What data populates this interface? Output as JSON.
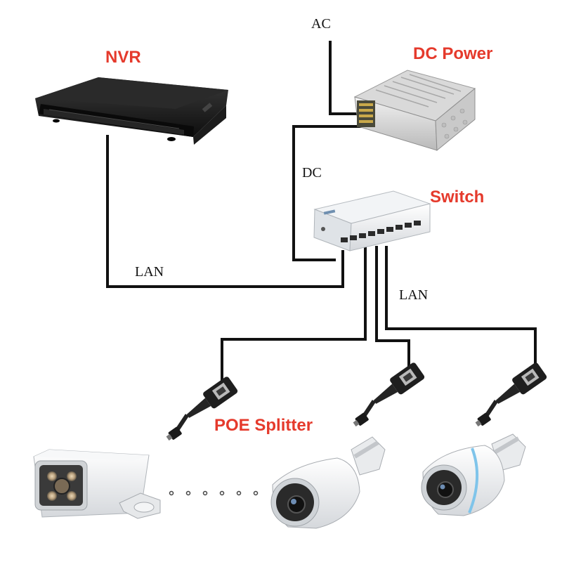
{
  "labels": {
    "nvr": "NVR",
    "dc_power": "DC Power",
    "switch": "Switch",
    "poe_splitter": "POE Splitter",
    "ac": "AC",
    "dc": "DC",
    "lan_nvr": "LAN",
    "lan_cameras": "LAN"
  },
  "colors": {
    "title": "#e53a2c",
    "wire": "#111111",
    "label": "#111111"
  },
  "icons": [
    "nvr-device-icon",
    "dc-power-supply-icon",
    "network-switch-icon",
    "poe-splitter-icon",
    "bullet-camera-icon"
  ]
}
